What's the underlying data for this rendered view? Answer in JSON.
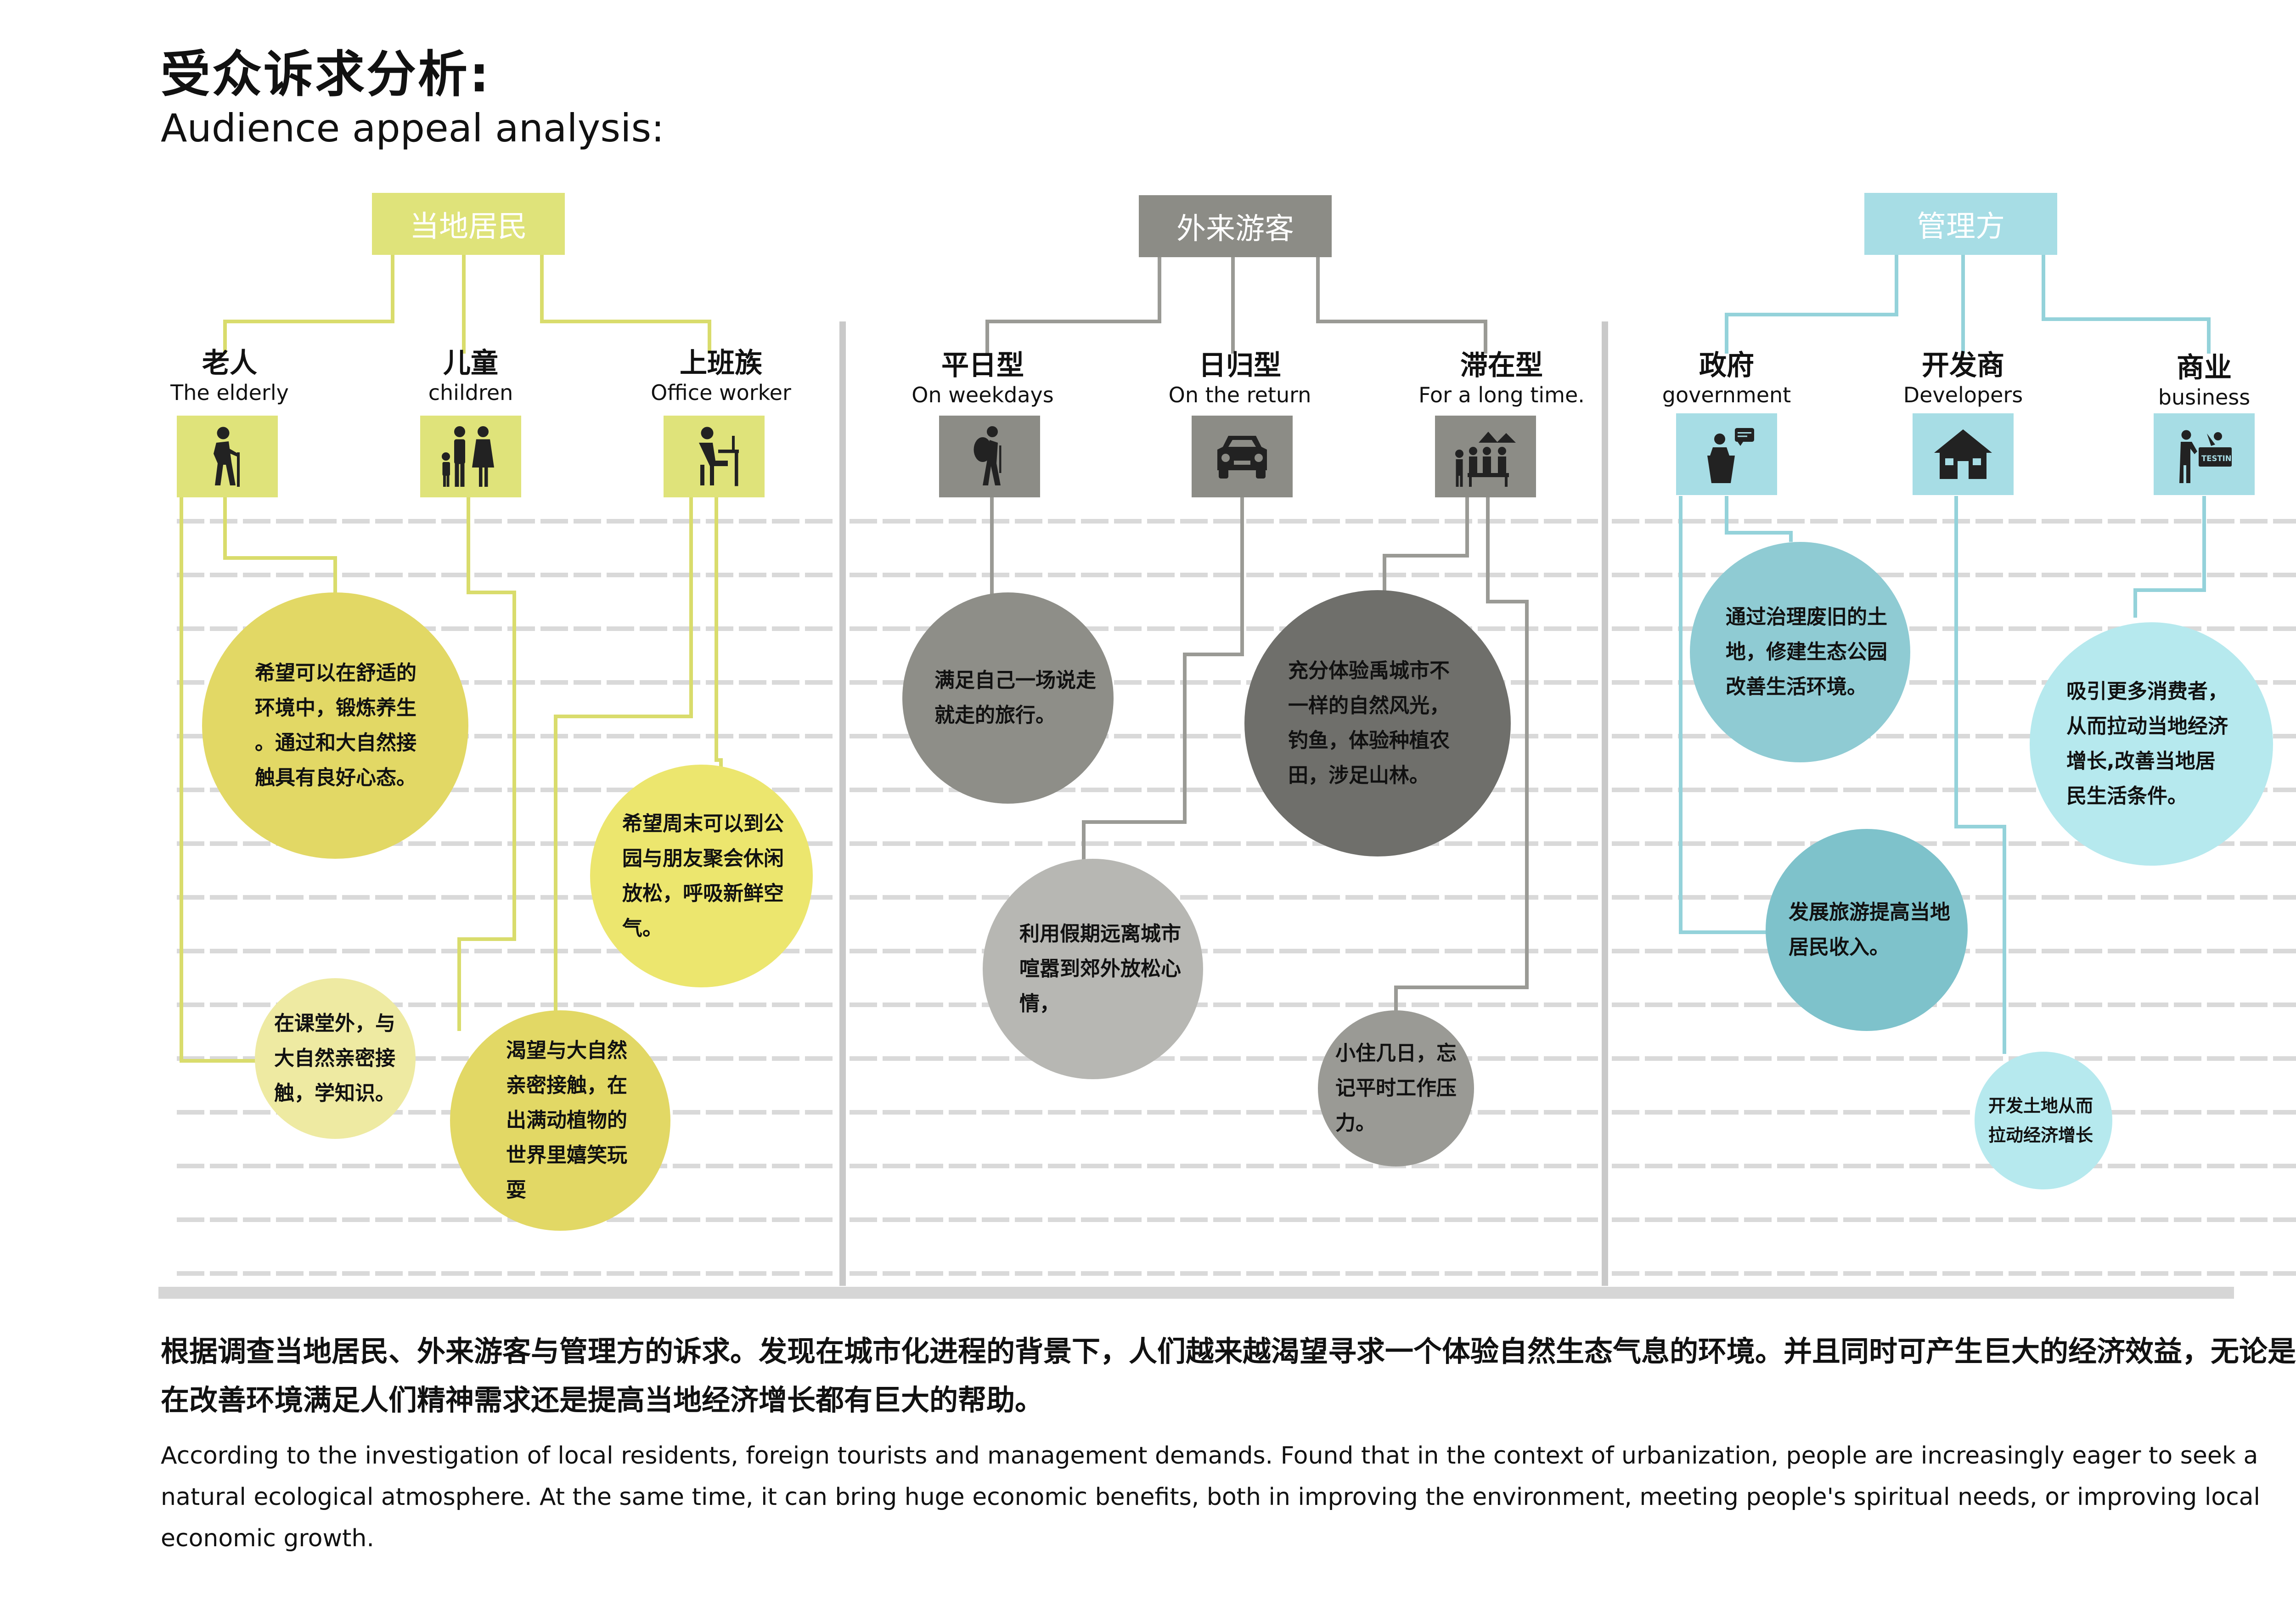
{
  "title_cn": "受众诉求分析:",
  "title_en": "Audience appeal analysis:",
  "colors": {
    "residents": "#dfe37a",
    "residents_line": "#d9dc6c",
    "residents_bubble": "#e2d865",
    "visitors": "#8c8c86",
    "managers": "#a7dde5",
    "managers_line": "#94d2da"
  },
  "groups": [
    {
      "label": "当地居民",
      "subs": [
        {
          "cn": "老人",
          "en": "The elderly",
          "icon": "elderly-person-with-cane-icon"
        },
        {
          "cn": "儿童",
          "en": "children",
          "icon": "family-with-children-icon"
        },
        {
          "cn": "上班族",
          "en": "Office worker",
          "icon": "office-worker-at-desk-icon"
        }
      ],
      "bubbles": [
        {
          "text": "希望可以在舒适的\n环境中，锻炼养生\n。通过和大自然接\n触具有良好心态。"
        },
        {
          "text": "希望周末可以到公\n园与朋友聚会休闲\n放松，呼吸新鲜空\n气。"
        },
        {
          "text": "在课堂外，与\n大自然亲密接\n触，学知识。"
        },
        {
          "text": "渴望与大自然\n亲密接触，在\n出满动植物的\n世界里嬉笑玩\n耍"
        }
      ]
    },
    {
      "label": "外来游客",
      "subs": [
        {
          "cn": "平日型",
          "en": "On weekdays",
          "icon": "hiker-with-backpack-icon"
        },
        {
          "cn": "日归型",
          "en": "On the return",
          "icon": "car-icon"
        },
        {
          "cn": "滞在型",
          "en": "For a long time.",
          "icon": "group-with-tents-icon"
        }
      ],
      "bubbles": [
        {
          "text": "满足自己一场说走\n就走的旅行。"
        },
        {
          "text": "充分体验禹城市不\n一样的自然风光，\n钓鱼，体验种植农\n田，涉足山林。"
        },
        {
          "text": "利用假期远离城市\n喧嚣到郊外放松心\n情，"
        },
        {
          "text": "小住几日，忘\n记平时工作压\n力。"
        }
      ]
    },
    {
      "label": "管理方",
      "subs": [
        {
          "cn": "政府",
          "en": "government",
          "icon": "speaker-at-podium-icon"
        },
        {
          "cn": "开发商",
          "en": "Developers",
          "icon": "house-icon"
        },
        {
          "cn": "商业",
          "en": "business",
          "icon": "presenter-testing-icon"
        }
      ],
      "bubbles": [
        {
          "text": "通过治理废旧的土\n地，修建生态公园\n改善生活环境。"
        },
        {
          "text": "吸引更多消费者，\n从而拉动当地经济\n增长,改善当地居\n民生活条件。"
        },
        {
          "text": "发展旅游提高当地\n居民收入。"
        },
        {
          "text": "开发土地从而\n拉动经济增长"
        }
      ]
    }
  ],
  "testing_label": "TESTING",
  "summary_cn": "根据调查当地居民、外来游客与管理方的诉求。发现在城市化进程的背景下，人们越来越渴望寻求一个体验自然生态气息的环境。并且同时可产生巨大的经济效益，无论是在改善环境满足人们精神需求还是提高当地经济增长都有巨大的帮助。",
  "summary_en": "According to the investigation of local residents, foreign tourists and management demands. Found that in the context of urbanization, people are increasingly eager to seek a natural ecological atmosphere. At the same time, it can bring huge economic benefits, both in improving the environment, meeting people's spiritual needs, or improving local economic growth."
}
